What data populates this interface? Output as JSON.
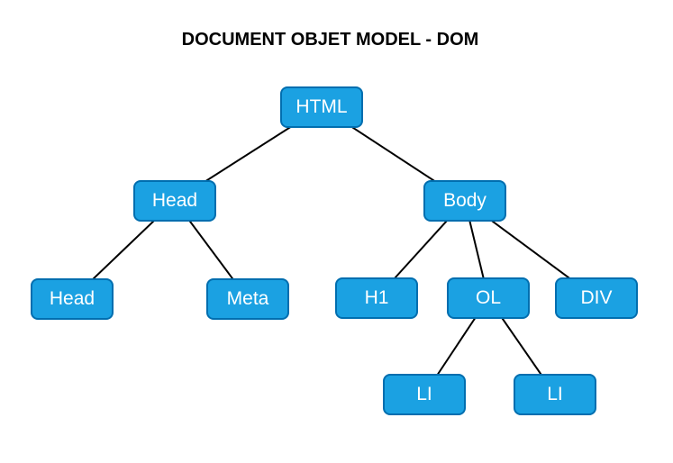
{
  "title": "DOCUMENT OBJET MODEL - DOM",
  "colors": {
    "background": "#FFFFFF",
    "node_fill": "#1BA1E2",
    "node_border": "#006EAF",
    "node_text": "#FFFFFF",
    "edge": "#000000",
    "title_text": "#000000"
  },
  "diagram": {
    "type": "tree",
    "nodes": [
      {
        "id": "html",
        "label": "HTML",
        "parent": null
      },
      {
        "id": "head",
        "label": "Head",
        "parent": "html"
      },
      {
        "id": "body",
        "label": "Body",
        "parent": "html"
      },
      {
        "id": "head2",
        "label": "Head",
        "parent": "head"
      },
      {
        "id": "meta",
        "label": "Meta",
        "parent": "head"
      },
      {
        "id": "h1",
        "label": "H1",
        "parent": "body"
      },
      {
        "id": "ol",
        "label": "OL",
        "parent": "body"
      },
      {
        "id": "div",
        "label": "DIV",
        "parent": "body"
      },
      {
        "id": "li1",
        "label": "LI",
        "parent": "ol"
      },
      {
        "id": "li2",
        "label": "LI",
        "parent": "ol"
      }
    ]
  }
}
